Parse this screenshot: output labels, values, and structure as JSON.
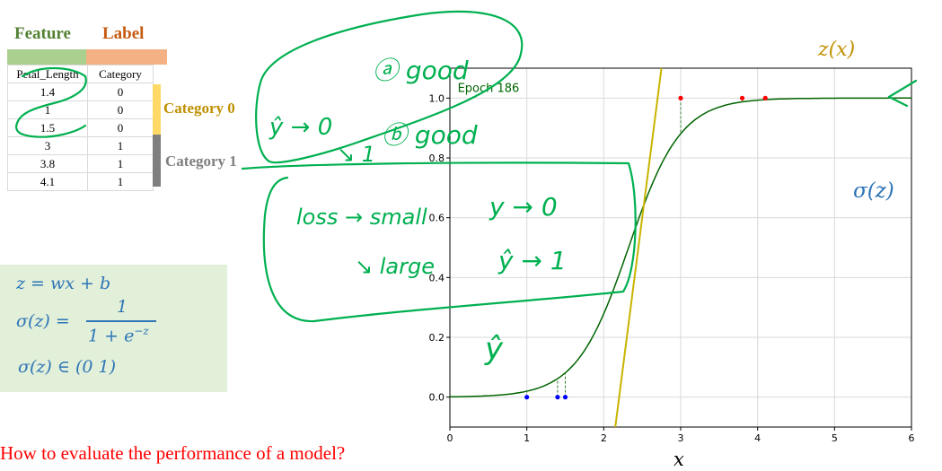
{
  "table": {
    "feature_header": "Feature",
    "label_header": "Label",
    "col_feature": "Petal_Length",
    "col_label": "Category",
    "rows": [
      [
        "1.4",
        "0"
      ],
      [
        "1",
        "0"
      ],
      [
        "1.5",
        "0"
      ],
      [
        "3",
        "1"
      ],
      [
        "3.8",
        "1"
      ],
      [
        "4.1",
        "1"
      ]
    ],
    "category0": "Category 0",
    "category1": "Category 1",
    "colors": {
      "feature": "#a9d08e",
      "label": "#f4b183",
      "cat0": "#ffd966",
      "cat1": "#7f7f7f"
    }
  },
  "equations": {
    "line1": "z = wx + b",
    "sigma_lhs": "σ(z) =",
    "numerator": "1",
    "denominator": "1 + e",
    "exponent": "−z",
    "range": "σ(z) ∈ (0   1)"
  },
  "question": "How to evaluate the performance of a model?",
  "chart_data": {
    "type": "scatter",
    "annotation": "Epoch 186",
    "xlabel": "x",
    "z_label": "z(x)",
    "sigma_label": "σ(z)",
    "xlim": [
      0,
      6
    ],
    "ylim": [
      -0.1,
      1.1
    ],
    "xticks": [
      0,
      1,
      2,
      3,
      4,
      5,
      6
    ],
    "yticks": [
      0.0,
      0.2,
      0.4,
      0.6,
      0.8,
      1.0
    ],
    "grid": true,
    "points_class0": {
      "x": [
        1,
        1.4,
        1.5
      ],
      "y": [
        0,
        0,
        0
      ],
      "color": "#0000ff"
    },
    "points_class1": {
      "x": [
        3,
        3.8,
        4.1
      ],
      "y": [
        1,
        1,
        1
      ],
      "color": "#ff0000"
    },
    "sigmoid": {
      "w": 2.95,
      "b": -6.85,
      "color": "#006400"
    },
    "z_line": {
      "x1": 2.15,
      "x2": 2.75,
      "color": "#c8b400"
    }
  },
  "handwriting": {
    "a": "ⓐ good",
    "b": "ⓑ good",
    "yhat0": "ŷ → 0",
    "to1": "↘ 1",
    "loss": "loss → small",
    "large": "↘ large",
    "y0": "y → 0",
    "yhat1": "ŷ → 1",
    "yhat": "ŷ"
  }
}
